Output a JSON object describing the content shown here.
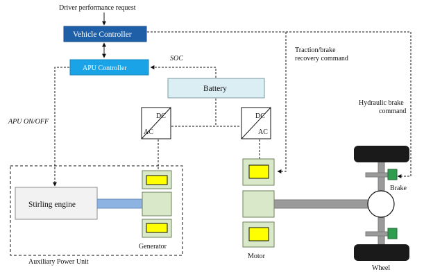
{
  "labels": {
    "driver_request": "Driver performance request",
    "vehicle_controller": "Vehicle Controller",
    "apu_controller": "APU Controller",
    "soc": "SOC",
    "battery": "Battery",
    "traction_cmd_line1": "Traction/brake",
    "traction_cmd_line2": "recovery command",
    "hydraulic_cmd_line1": "Hydraulic brake",
    "hydraulic_cmd_line2": "command",
    "apu_on_off": "APU ON/OFF",
    "dc": "DC",
    "ac": "AC",
    "stirling_engine": "Stirling engine",
    "generator": "Generator",
    "motor": "Motor",
    "brake": "Brake",
    "wheel": "Wheel",
    "auxiliary_power_unit": "Auxiliary Power Unit"
  },
  "colors": {
    "vehicle_controller_fill": "#1f5fa8",
    "apu_controller_fill": "#1aa3e6",
    "battery_fill": "#dbeef3",
    "machine_fill": "#d8e8c8",
    "winding_fill": "#ffff00",
    "brake_caliper_fill": "#2e9e4e",
    "shaft_blue": "#8db3e2",
    "shaft_gray": "#9a9a9a",
    "engine_fill": "#f2f2f2"
  }
}
